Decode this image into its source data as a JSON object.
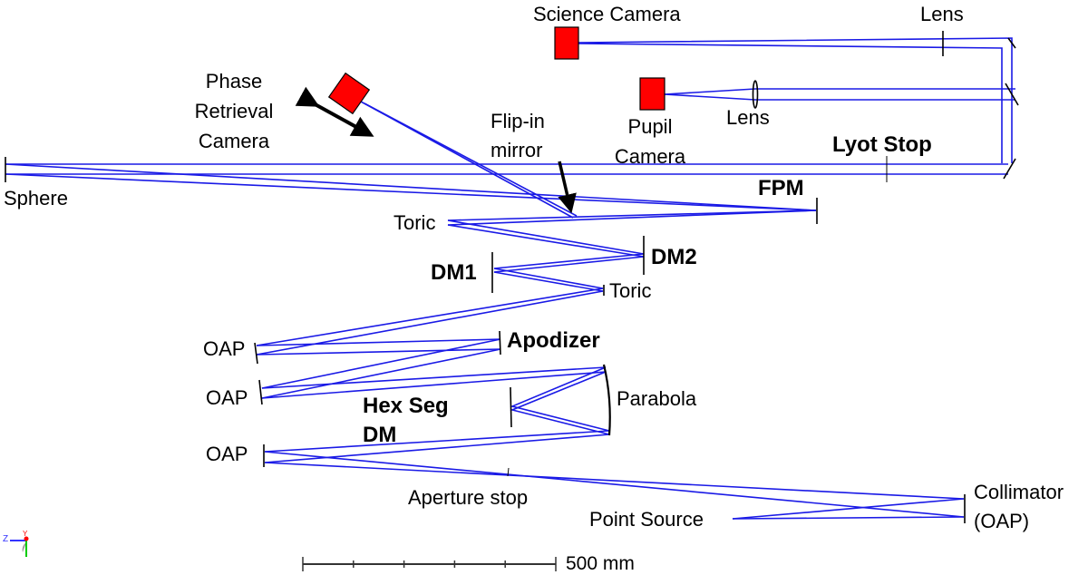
{
  "title": "Coronagraph optical layout",
  "labels": {
    "science_camera": "Science Camera",
    "lens_top": "Lens",
    "phase_retrieval_camera": [
      "Phase",
      "Retrieval",
      "Camera"
    ],
    "pupil_camera": [
      "Pupil",
      "Camera"
    ],
    "lens_pupil": "Lens",
    "flip_in_mirror": [
      "Flip-in",
      "mirror"
    ],
    "lyot_stop": "Lyot Stop",
    "sphere": "Sphere",
    "fpm": "FPM",
    "toric_1": "Toric",
    "dm2": "DM2",
    "dm1": "DM1",
    "toric_2": "Toric",
    "oap_1": "OAP",
    "apodizer": "Apodizer",
    "oap_2": "OAP",
    "parabola": "Parabola",
    "hex_seg_dm": [
      "Hex Seg",
      "DM"
    ],
    "oap_3": "OAP",
    "aperture_stop": "Aperture stop",
    "point_source": "Point Source",
    "collimator": [
      "Collimator",
      "(OAP)"
    ]
  },
  "scale_bar": {
    "label": "500 mm",
    "length_mm": 500,
    "divisions": 5
  },
  "axis_triad": {
    "labels": [
      "Z",
      "Y"
    ],
    "colors": {
      "z": "#3333ff",
      "y": "#ff0000",
      "x": "#00cc00"
    }
  },
  "colors": {
    "ray": "#1a1ae6",
    "camera": "#ff0000",
    "optic": "#000000"
  }
}
